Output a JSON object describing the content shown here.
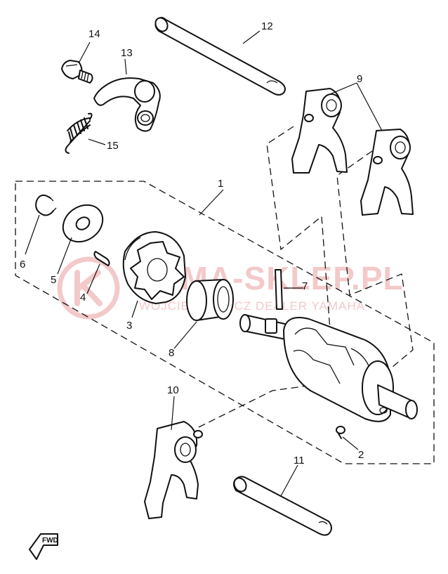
{
  "watermark": {
    "brand": "YAMA-SKLEP.PL",
    "dealer": "WOJCIECHOWICZ DEALER YAMAHA",
    "color": "#f3c9c9"
  },
  "fwd_label": "FWD",
  "callouts": [
    {
      "id": "1",
      "label": "1"
    },
    {
      "id": "2",
      "label": "2"
    },
    {
      "id": "3",
      "label": "3"
    },
    {
      "id": "4",
      "label": "4"
    },
    {
      "id": "5",
      "label": "5"
    },
    {
      "id": "6",
      "label": "6"
    },
    {
      "id": "7",
      "label": "7"
    },
    {
      "id": "8",
      "label": "8"
    },
    {
      "id": "9",
      "label": "9"
    },
    {
      "id": "10",
      "label": "10"
    },
    {
      "id": "11",
      "label": "11"
    },
    {
      "id": "12",
      "label": "12"
    },
    {
      "id": "13",
      "label": "13"
    },
    {
      "id": "14",
      "label": "14"
    },
    {
      "id": "15",
      "label": "15"
    }
  ],
  "parts": [
    {
      "callout": "1",
      "icon": "shift-cam-assembly-outline"
    },
    {
      "callout": "2",
      "icon": "screw-icon"
    },
    {
      "callout": "3",
      "icon": "segment-icon"
    },
    {
      "callout": "4",
      "icon": "dowel-pin-icon"
    },
    {
      "callout": "5",
      "icon": "washer-icon"
    },
    {
      "callout": "6",
      "icon": "circlip-icon"
    },
    {
      "callout": "7",
      "icon": "pin-icon"
    },
    {
      "callout": "8",
      "icon": "bearing-icon"
    },
    {
      "callout": "9",
      "icon": "shift-fork-icon"
    },
    {
      "callout": "10",
      "icon": "shift-fork-icon"
    },
    {
      "callout": "11",
      "icon": "guide-bar-icon"
    },
    {
      "callout": "12",
      "icon": "guide-bar-icon"
    },
    {
      "callout": "13",
      "icon": "stopper-lever-icon"
    },
    {
      "callout": "14",
      "icon": "bolt-icon"
    },
    {
      "callout": "15",
      "icon": "spring-icon"
    },
    {
      "callout": "",
      "icon": "shift-cam-icon"
    }
  ]
}
